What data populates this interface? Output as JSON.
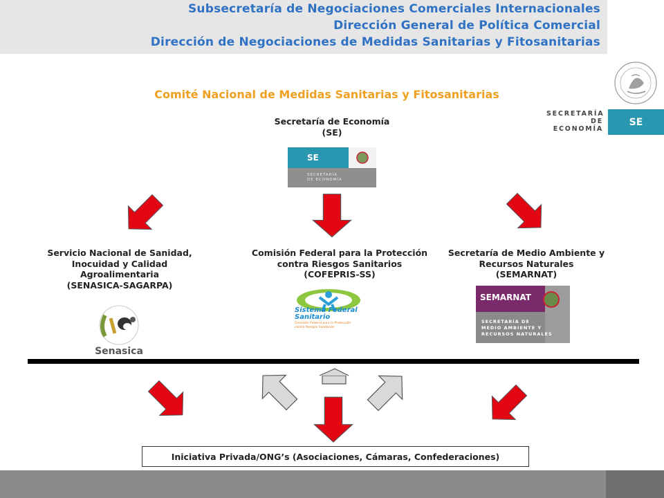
{
  "header": {
    "line1": "Subsecretaría de Negociaciones Comerciales Internacionales",
    "line2": "Dirección General de Política Comercial",
    "line3": "Dirección de Negociaciones de Medidas Sanitarias y Fitosanitarias"
  },
  "brand": {
    "name_line1": "SECRETARÍA",
    "name_line2": "DE ECONOMÍA",
    "abbr": "SE"
  },
  "title": "Comité Nacional de Medidas Sanitarias y Fitosanitarias",
  "top_node": {
    "line1": "Secretaría de Economía",
    "line2": "(SE)",
    "logo_abbr": "SE",
    "logo_line1": "SECRETARÍA",
    "logo_line2": "DE ECONOMÍA"
  },
  "nodes": {
    "senasica": {
      "line1": "Servicio Nacional de Sanidad,",
      "line2": "Inocuidad y Calidad",
      "line3": "Agroalimentaria",
      "line4": "(SENASICA-SAGARPA)",
      "logo_text": "Senasica"
    },
    "cofepris": {
      "line1": "Comisión Federal para la Protección",
      "line2": "contra Riesgos Sanitarios",
      "line3": "(COFEPRIS-SS)",
      "logo_line1": "Sistema Federal",
      "logo_line2": "Sanitario",
      "logo_sub1": "Comisión Federal para la Protección",
      "logo_sub2": "contra Riesgos Sanitarios"
    },
    "semarnat": {
      "line1": "Secretaría de Medio Ambiente y",
      "line2": "Recursos Naturales",
      "line3": "(SEMARNAT)",
      "logo_abbr": "SEMARNAT",
      "logo_line1": "SECRETARÍA DE",
      "logo_line2": "MEDIO AMBIENTE Y",
      "logo_line3": "RECURSOS NATURALES"
    }
  },
  "bottom": {
    "label": "Iniciativa Privada/ONG’s (Asociaciones, Cámaras, Confederaciones)"
  },
  "colors": {
    "header_text": "#2f72c4",
    "title": "#f0a020",
    "arrow_red": "#e30613",
    "arrow_gray": "#d9d9d9",
    "se_blue": "#2a97b0",
    "semarnat_purple": "#7a2a6a"
  }
}
